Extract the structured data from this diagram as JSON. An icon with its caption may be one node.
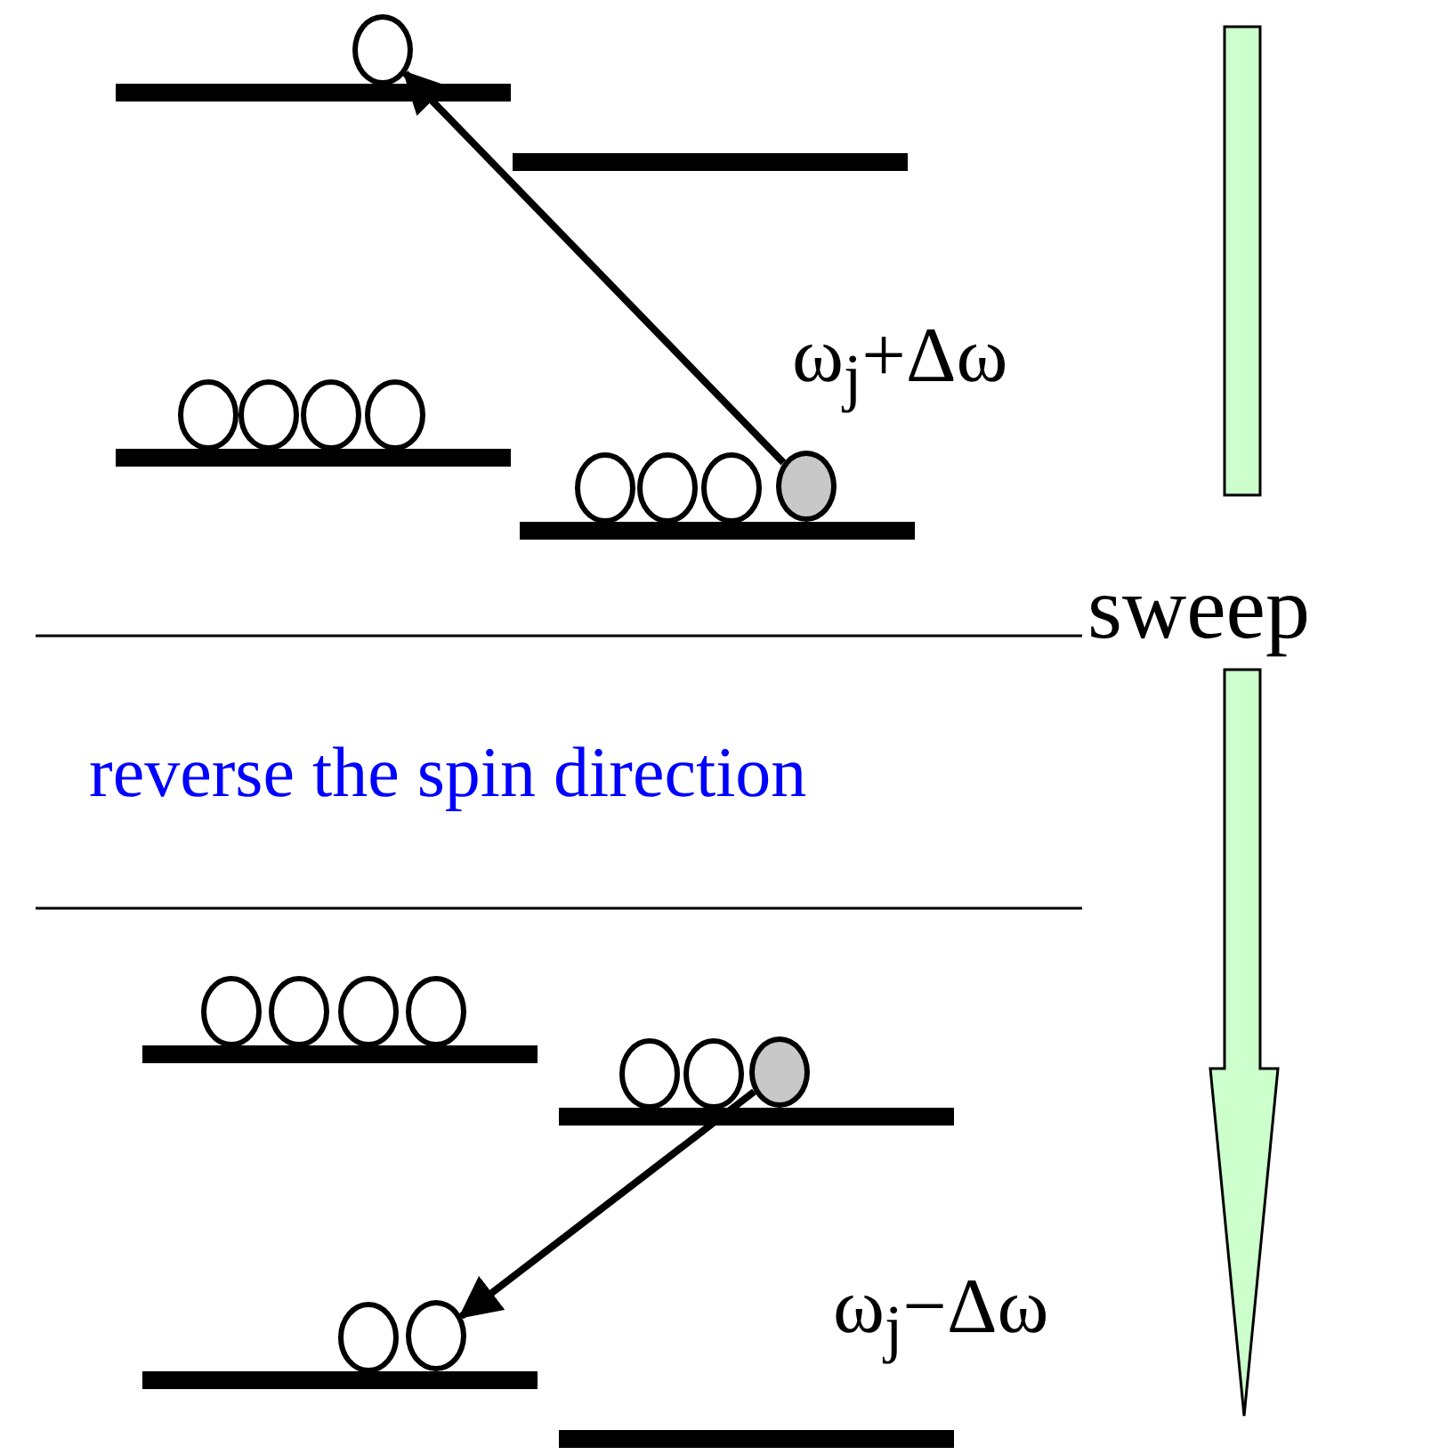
{
  "diagram": {
    "nodes": [
      {
        "text": [],
        "shape": "circle"
      },
      {
        "text": [],
        "shape": "circle"
      },
      {
        "text": [],
        "shape": "circle"
      },
      {
        "text": [],
        "shape": "circle"
      }
    ],
    "edges": [
      {
        "from": 1,
        "to": 0,
        "arrow": "to"
      },
      {
        "from": 2,
        "to": 3,
        "arrow": "to"
      }
    ],
    "labels": [
      "ω$_{j}$+Δω",
      "sweep",
      "reverse the spin direction",
      "ω$_{j}$−Δω"
    ]
  }
}
